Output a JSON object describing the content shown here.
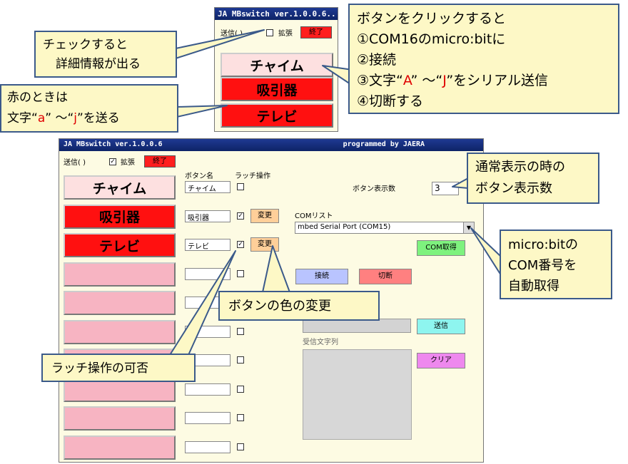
{
  "small_window": {
    "title": "JA MBswitch  ver.1.0.0.6...",
    "send_label": "送信(  )",
    "expand_label": "拡張",
    "end_label": "終了",
    "buttons": [
      "チャイム",
      "吸引器",
      "テレビ"
    ]
  },
  "main_window": {
    "title": "JA MBswitch  ver.1.0.0.6",
    "programmed_by": "programmed by JAERA",
    "send_label": "送信(  )",
    "expand_label": "拡張",
    "end_label": "終了",
    "buttons": [
      {
        "label": "チャイム",
        "color": "pink"
      },
      {
        "label": "吸引器",
        "color": "red"
      },
      {
        "label": "テレビ",
        "color": "red"
      },
      {
        "label": "",
        "color": "empty"
      },
      {
        "label": "",
        "color": "empty"
      },
      {
        "label": "",
        "color": "empty"
      },
      {
        "label": "",
        "color": "empty"
      },
      {
        "label": "",
        "color": "empty"
      },
      {
        "label": "",
        "color": "empty"
      },
      {
        "label": "",
        "color": "empty"
      }
    ],
    "col_button_name": "ボタン名",
    "col_latch": "ラッチ操作",
    "names": [
      "チャイム",
      "吸引器",
      "テレビ",
      "",
      "",
      "",
      "",
      "",
      "",
      ""
    ],
    "latched": [
      false,
      true,
      true,
      false,
      false,
      false,
      false,
      false,
      false,
      false
    ],
    "change_label": "変更",
    "display_count_label": "ボタン表示数",
    "display_count_value": "3",
    "com_list_label": "COMリスト",
    "com_selected": "mbed Serial Port (COM15)",
    "com_get_label": "COM取得",
    "connect_label": "接続",
    "disconnect_label": "切断",
    "send_btn_label": "送信",
    "received_label": "受信文字列",
    "clear_label": "クリア"
  },
  "callouts": {
    "check_detail": [
      "チェックすると",
      "詳細情報が出る"
    ],
    "red_when": {
      "line1": "赤のときは",
      "line2_pre": "文字“",
      "line2_a": "a",
      "line2_mid": "” 〜“",
      "line2_j": "j",
      "line2_post": "”を送る"
    },
    "click_button": {
      "line1": "ボタンをクリックすると",
      "line2": "①COM16のmicro:bitに",
      "line3": "②接続",
      "line4_pre": "③文字“",
      "line4_a": "A",
      "line4_mid": "” 〜“",
      "line4_j": "J",
      "line4_post": "”をシリアル送信",
      "line5": "④切断する"
    },
    "normal_display": [
      "通常表示の時の",
      "ボタン表示数"
    ],
    "auto_com": [
      "micro:bitの",
      "COM番号を",
      "自動取得"
    ],
    "color_change": "ボタンの色の変更",
    "latch_possible": "ラッチ操作の可否"
  },
  "colors": {
    "red_button": "#ff1010",
    "pink_button": "#fde0e0",
    "empty_button": "#f7b4c2",
    "callout_bg": "#fdf8c6",
    "callout_border": "#3b5a8a",
    "window_bg": "#fdfbe3"
  }
}
